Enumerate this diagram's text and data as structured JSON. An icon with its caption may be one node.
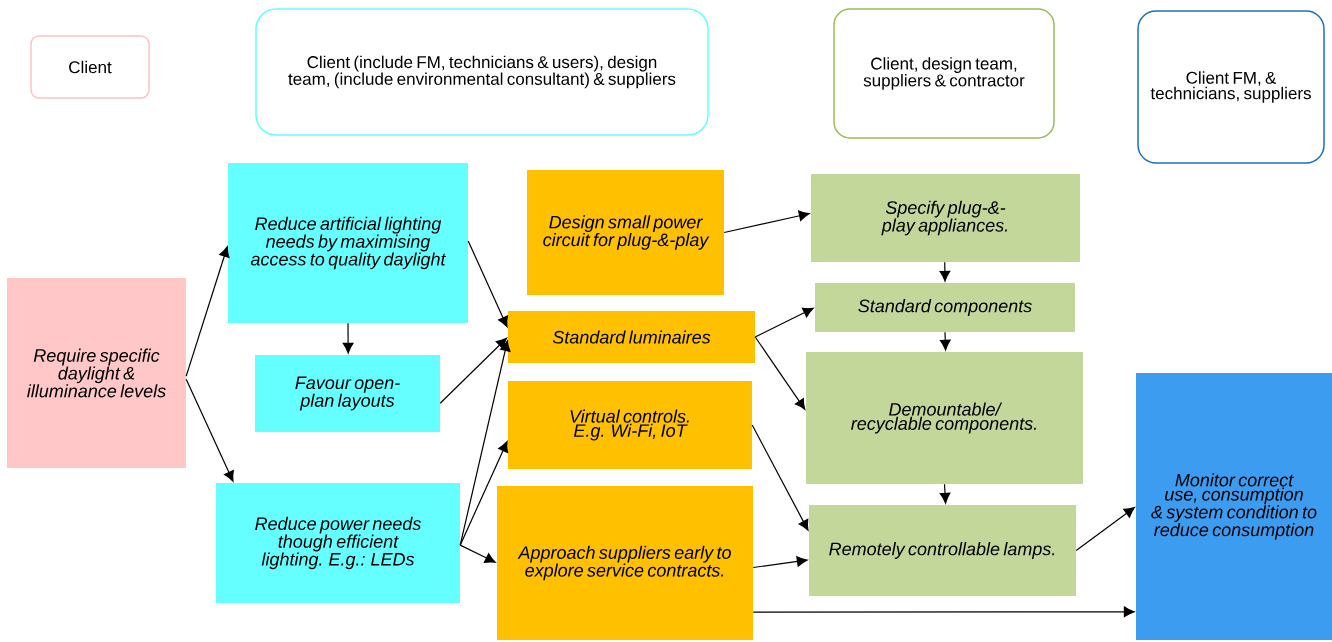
{
  "diagram": {
    "nodes": [
      {
        "text": [
          "Client"
        ]
      },
      {
        "text": [
          "Client (include FM, technicians & users), design team, (include environmental consultant) & suppliers"
        ]
      },
      {
        "text": [
          "Client, design team, suppliers & contractor"
        ]
      },
      {
        "text": [
          "Client FM, & technicians, suppliers"
        ]
      },
      {
        "text": [
          "Require specific daylight & illuminance levels"
        ]
      },
      {
        "text": [
          "Reduce artificial lighting needs by maximising access to quality daylight"
        ]
      },
      {
        "text": [
          "Favour open-plan layouts"
        ]
      },
      {
        "text": [
          "Reduce power needs though efficient lighting. E.g.: LEDs"
        ]
      },
      {
        "text": [
          "Design small power circuit for plug-&-play"
        ]
      },
      {
        "text": [
          "Standard luminaires"
        ]
      },
      {
        "text": [
          "Virtual controls. E.g. Wi-Fi, IoT"
        ]
      },
      {
        "text": [
          "Approach suppliers early to explore service contracts."
        ]
      },
      {
        "text": [
          "Specify plug-&-play appliances."
        ]
      },
      {
        "text": [
          "Standard components"
        ]
      },
      {
        "text": [
          "Demountable/ recyclable components."
        ]
      },
      {
        "text": [
          "Remotely controllable lamps."
        ]
      },
      {
        "text": [
          "Monitor correct use, consumption & system condition to reduce consumption"
        ]
      }
    ],
    "edges": [
      {
        "from": 4,
        "to": 5,
        "arrow": "to"
      },
      {
        "from": 4,
        "to": 7,
        "arrow": "to"
      },
      {
        "from": 5,
        "to": 6,
        "arrow": "to"
      },
      {
        "from": 5,
        "to": 9,
        "arrow": "to"
      },
      {
        "from": 6,
        "to": 9,
        "arrow": "to"
      },
      {
        "from": 7,
        "to": 9,
        "arrow": "to"
      },
      {
        "from": 7,
        "to": 10,
        "arrow": "to"
      },
      {
        "from": 7,
        "to": 11,
        "arrow": "to"
      },
      {
        "from": 8,
        "to": 12,
        "arrow": "to"
      },
      {
        "from": 9,
        "to": 13,
        "arrow": "to"
      },
      {
        "from": 9,
        "to": 14,
        "arrow": "to"
      },
      {
        "from": 10,
        "to": 15,
        "arrow": "to"
      },
      {
        "from": 11,
        "to": 15,
        "arrow": "to"
      },
      {
        "from": 11,
        "to": 16,
        "arrow": "to"
      },
      {
        "from": 12,
        "to": 13,
        "arrow": "to"
      },
      {
        "from": 13,
        "to": 14,
        "arrow": "to"
      },
      {
        "from": 14,
        "to": 15,
        "arrow": "to"
      },
      {
        "from": 15,
        "to": 16,
        "arrow": "to"
      }
    ]
  }
}
